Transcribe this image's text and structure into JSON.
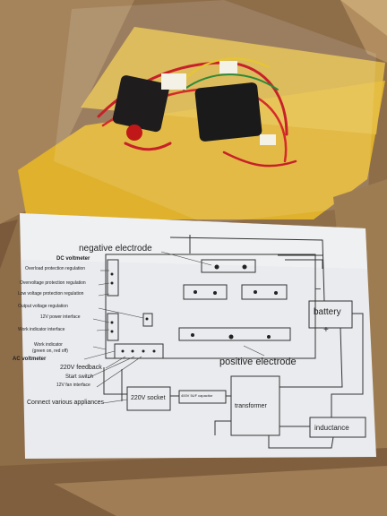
{
  "photo": {
    "subject": "wiring diagram sheet on cardboard box with wire harness",
    "colors": {
      "cardboard": "#9b7a52",
      "tape": "#e2b52a",
      "paper": "#eceef0",
      "wire_red": "#c8202a"
    }
  },
  "diagram": {
    "labels": {
      "negative_electrode": "negative electrode",
      "dc_voltmeter": "DC voltmeter",
      "overload_protection": "Overload protection regulation",
      "overvoltage_protection": "Overvoltage protection regulation",
      "low_voltage_protection": "Low voltage protection regulation",
      "output_voltage": "Output voltage regulation",
      "power_12v": "12V power interface",
      "work_indicator": "Work indicator interface",
      "work_indicator_2": "Work indicator",
      "green_red": "(green on, red off)",
      "ac_voltmeter": "AC voltmeter",
      "feedback_220v": "220V feedback",
      "start_switch": "Start switch",
      "fan_12v": "12V fan interface",
      "connect_appliances": "Connect various appliances",
      "socket_220v": "220V socket",
      "capacitor": "400V 5UF capacitor",
      "transformer": "transformer",
      "battery": "battery",
      "minus": "−",
      "plus": "+",
      "positive_electrode": "positive electrode",
      "inductance": "inductance"
    }
  }
}
